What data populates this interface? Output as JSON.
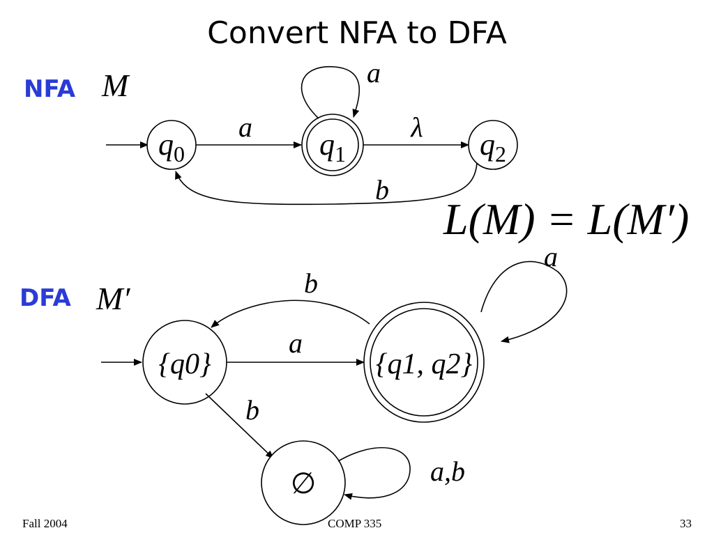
{
  "title": "Convert NFA to DFA",
  "nfa": {
    "tag": "NFA",
    "machine_name": "M",
    "states": {
      "q0": {
        "symbol": "q",
        "sub": "0"
      },
      "q1": {
        "symbol": "q",
        "sub": "1"
      },
      "q2": {
        "symbol": "q",
        "sub": "2"
      }
    },
    "edges": {
      "q0_q1": "a",
      "q1_loop": "a",
      "q1_q2": "λ",
      "q2_q0": "b"
    }
  },
  "equation": "L(M) = L(M′)",
  "dfa": {
    "tag": "DFA",
    "machine_name": "M′",
    "states": {
      "s0": "{q0}",
      "s12": "{q1, q2}",
      "empty": "∅"
    },
    "edges": {
      "s0_s12": "a",
      "s12_s0": "b",
      "s12_loop": "a",
      "s0_empty": "b",
      "empty_loop": "a,b"
    }
  },
  "footer": {
    "left": "Fall 2004",
    "center": "COMP 335",
    "right": "33"
  }
}
